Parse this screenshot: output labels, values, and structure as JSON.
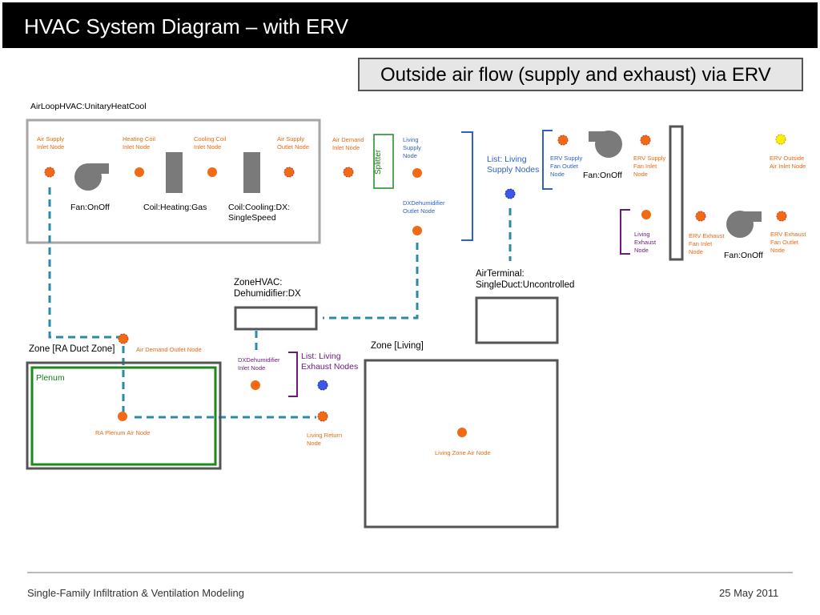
{
  "header": {
    "title": "HVAC System Diagram – with ERV"
  },
  "subtitle": "Outside air flow (supply and exhaust) via ERV",
  "airloop": {
    "label": "AirLoopHVAC:UnitaryHeatCool"
  },
  "nodes": {
    "air_supply_inlet": "Air Supply Inlet Node",
    "heating_coil_inlet": "Heating Coil Inlet Node",
    "cooling_coil_inlet": "Cooling Coil Inlet Node",
    "air_supply_outlet": "Air Supply Outlet Node",
    "air_demand_inlet": "Air Demand Inlet Node",
    "living_supply": "Living Supply Node",
    "dxdehum_outlet": "DXDehumidifier Outlet Node",
    "erv_supply_fan_outlet": "ERV Supply Fan Outlet Node",
    "erv_supply_fan_inlet": "ERV Supply Fan Inlet Node",
    "erv_outside_air_inlet": "ERV Outside Air Inlet Node",
    "living_exhaust": "Living Exhaust Node",
    "erv_exhaust_fan_inlet": "ERV Exhaust Fan Inlet Node",
    "erv_exhaust_fan_outlet": "ERV Exhaust Fan Outlet Node",
    "air_demand_outlet": "Air Demand Outlet Node",
    "dxdehum_inlet": "DXDehumidifier Inlet Node",
    "ra_plenum_air": "RA Plenum Air Node",
    "living_return": "Living Return Node",
    "living_zone_air": "Living Zone Air Node"
  },
  "components": {
    "fan1": "Fan:OnOff",
    "heating_coil": "Coil:Heating:Gas",
    "cooling_coil": "Coil:Cooling:DX: SingleSpeed",
    "splitter": "Splitter",
    "erv_supply_fan": "Fan:OnOff",
    "erv_exhaust_fan": "Fan:OnOff",
    "zone_dehumidifier": "ZoneHVAC: Dehumidifier:DX",
    "air_terminal": "AirTerminal: SingleDuct:Uncontrolled"
  },
  "lists": {
    "living_supply": "List: Living Supply Nodes",
    "living_exhaust": "List: Living Exhaust Nodes"
  },
  "zones": {
    "ra_duct": "Zone [RA Duct Zone]",
    "plenum": "Plenum",
    "living": "Zone [Living]"
  },
  "footer": {
    "left": "Single-Family Infiltration & Ventilation Modeling",
    "right": "25 May 2011"
  },
  "colors": {
    "node_orange": "#f26a14",
    "node_blue": "#3a57e8",
    "node_yellow": "#ffee00",
    "duct_teal": "#2b8aa8",
    "component_gray": "#7a7a7a",
    "plenum_green": "#1b8a1b",
    "list_blue": "#2f5fce",
    "list_purple": "#6b1a7a"
  },
  "icons": [
    "fan-icon",
    "coil-icon",
    "node-dot-icon"
  ]
}
